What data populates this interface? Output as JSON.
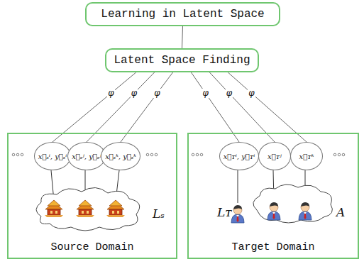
{
  "diagram": {
    "nodes": [
      {
        "text": [
          "Learning in Latent Space"
        ]
      },
      {
        "text": [
          "Latent Space Finding"
        ]
      },
      {
        "text": [
          "Source Domain"
        ]
      },
      {
        "text": [
          "Target Domain"
        ]
      },
      {
        "text": [
          "x⃗ₛⁱ, y⃗ₛⁱ"
        ],
        "in": 2
      },
      {
        "text": [
          "x⃗ₛʲ, y⃗ₛʲ"
        ],
        "in": 2
      },
      {
        "text": [
          "x⃗ₛᵏ, y⃗ₛᵏ"
        ],
        "in": 2
      },
      {
        "text": [
          "x⃗ᴛⁱ, y⃗ᴛⁱ"
        ],
        "in": 3
      },
      {
        "text": [
          "x⃗ᴛʲ"
        ],
        "in": 3
      },
      {
        "text": [
          "x⃗ᴛᵏ"
        ],
        "in": 3
      }
    ],
    "edges": [
      {
        "from": 0,
        "to": 1,
        "arrow": "none"
      },
      {
        "from": 1,
        "to": 4,
        "label": "φ",
        "arrow": "none"
      },
      {
        "from": 1,
        "to": 5,
        "label": "φ",
        "arrow": "none"
      },
      {
        "from": 1,
        "to": 6,
        "label": "φ",
        "arrow": "none"
      },
      {
        "from": 1,
        "to": 7,
        "label": "φ",
        "arrow": "none"
      },
      {
        "from": 1,
        "to": 8,
        "label": "φ",
        "arrow": "none"
      },
      {
        "from": 1,
        "to": 9,
        "label": "φ",
        "arrow": "none"
      }
    ],
    "labels": [
      "Lₛ",
      "Lᴛ",
      "A"
    ]
  }
}
